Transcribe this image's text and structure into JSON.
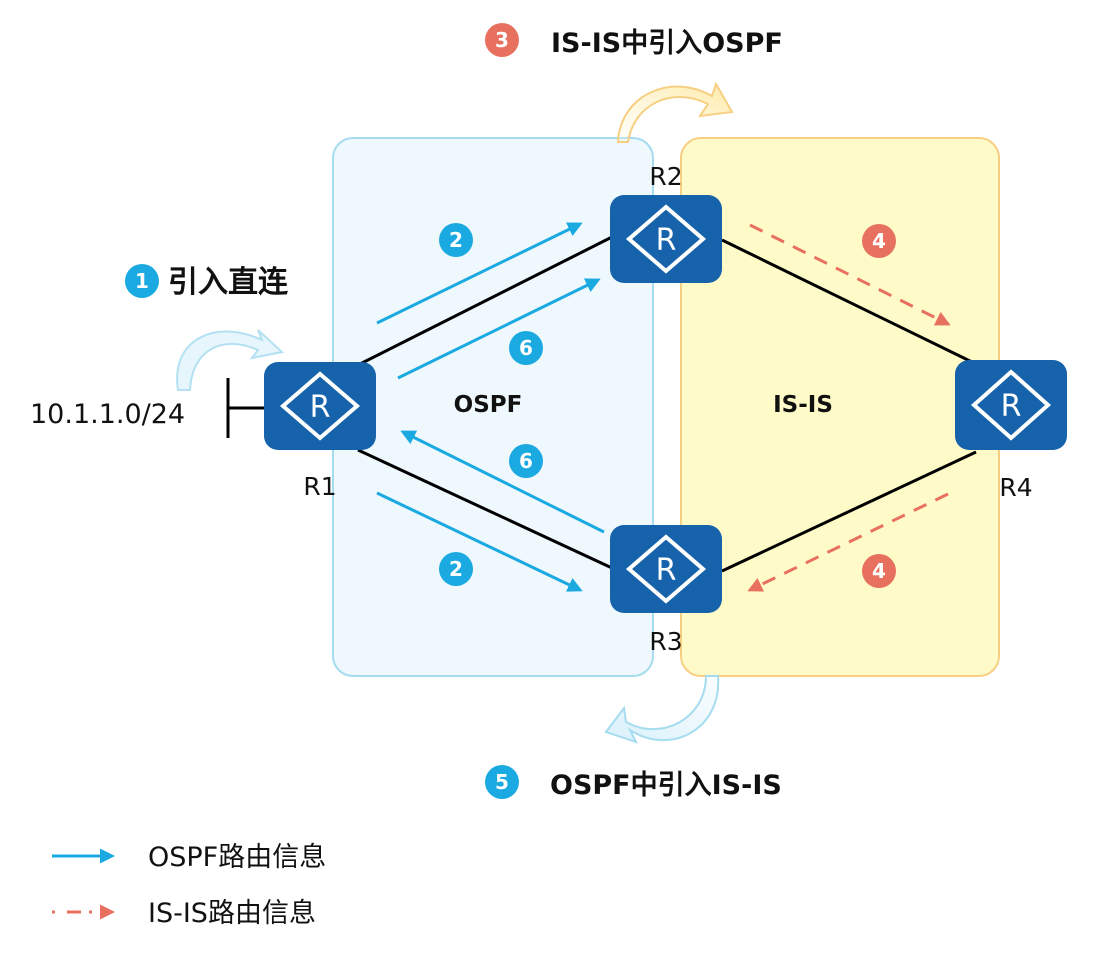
{
  "colors": {
    "ospf_area_fill": "#eef8fd",
    "ospf_area_border": "#a6dcf0",
    "isis_area_fill": "#fffbc8",
    "isis_area_border": "#f6cf82",
    "router_fill": "#1763ab",
    "ospf_arrow": "#1aa9e1",
    "isis_arrow": "#e8705f",
    "badge_blue": "#1aa9e1",
    "badge_red": "#e8705f",
    "link": "#000000"
  },
  "areas": {
    "ospf": {
      "label": "OSPF"
    },
    "isis": {
      "label": "IS-IS"
    }
  },
  "routers": {
    "r1": {
      "label": "R1",
      "glyph": "R"
    },
    "r2": {
      "label": "R2",
      "glyph": "R"
    },
    "r3": {
      "label": "R3",
      "glyph": "R"
    },
    "r4": {
      "label": "R4",
      "glyph": "R"
    }
  },
  "network": {
    "prefix": "10.1.1.0/24"
  },
  "steps": {
    "step1": {
      "number": "1",
      "text": "引入直连"
    },
    "step2": {
      "number": "2"
    },
    "step3": {
      "number": "3",
      "text": "IS-IS中引入OSPF"
    },
    "step4": {
      "number": "4"
    },
    "step5": {
      "number": "5",
      "text": "OSPF中引入IS-IS"
    },
    "step6": {
      "number": "6"
    }
  },
  "legend": [
    {
      "style": "solid",
      "label": "OSPF路由信息"
    },
    {
      "style": "dashed",
      "label": "IS-IS路由信息"
    }
  ]
}
